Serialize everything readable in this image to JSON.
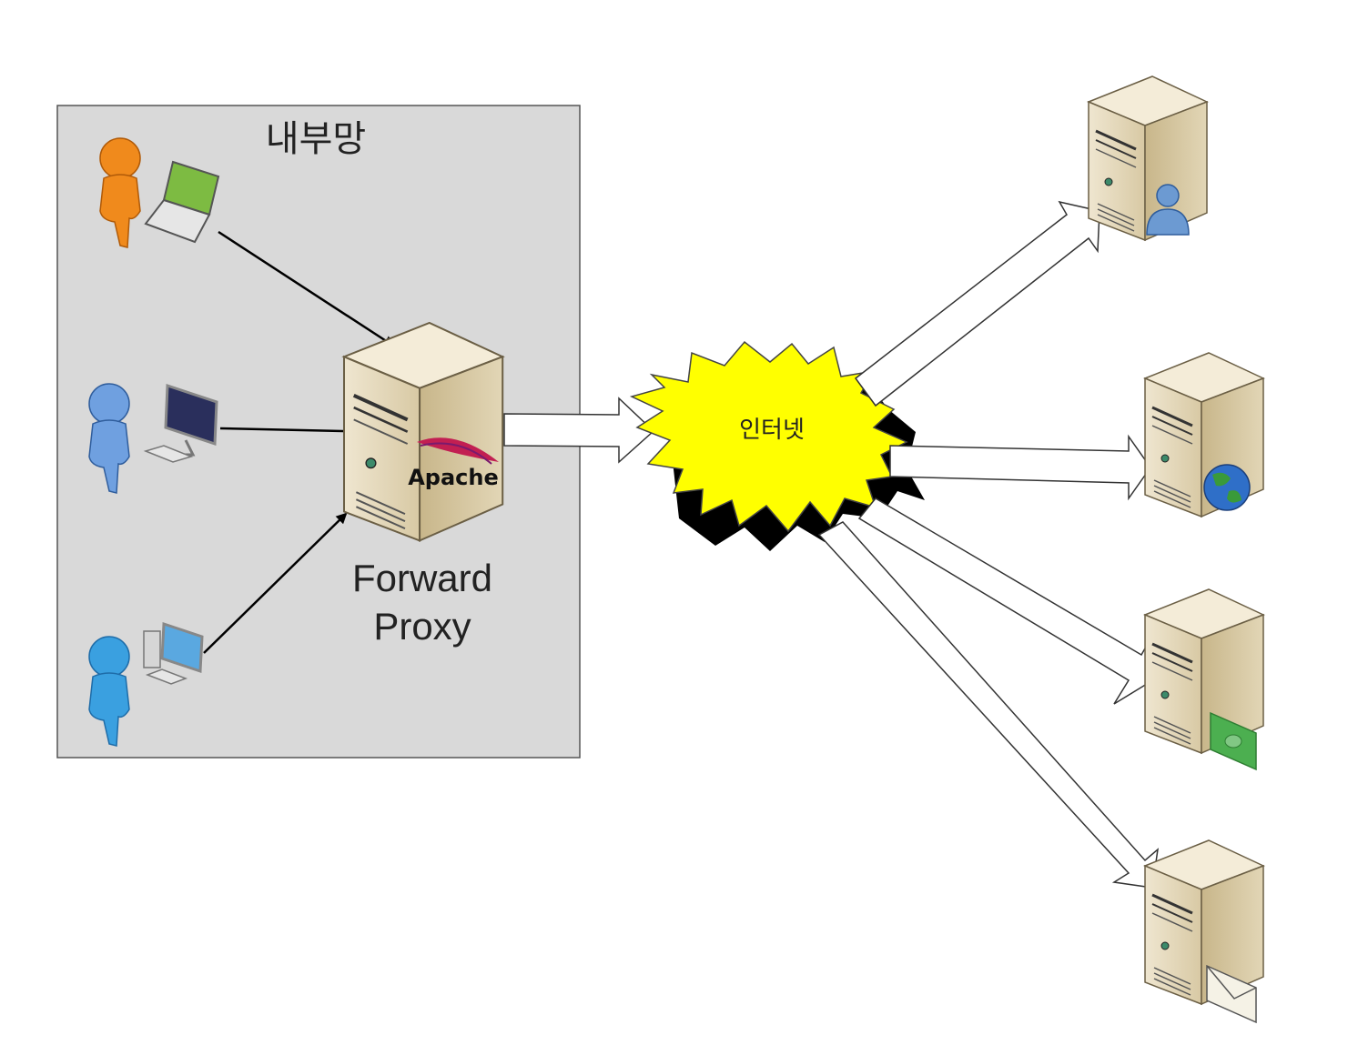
{
  "intranet": {
    "label": "내부망"
  },
  "proxy": {
    "label_line1": "Forward",
    "label_line2": "Proxy",
    "badge": "Apache"
  },
  "internet": {
    "label": "인터넷"
  },
  "colors": {
    "intranet_fill": "#d9d9d9",
    "internet_fill": "#ffff00",
    "server_face": "#e6dcc4",
    "server_side": "#c9b98f"
  },
  "clients": [
    {
      "name": "client-orange",
      "person_color": "#f08a1c",
      "device": "laptop-icon"
    },
    {
      "name": "client-blue-1",
      "person_color": "#5b8fd6",
      "device": "desktop-icon"
    },
    {
      "name": "client-blue-2",
      "person_color": "#3aa0e0",
      "device": "desktop-icon"
    }
  ],
  "servers": [
    {
      "name": "server-user",
      "badge": "user-icon"
    },
    {
      "name": "server-web",
      "badge": "globe-icon"
    },
    {
      "name": "server-money",
      "badge": "money-icon"
    },
    {
      "name": "server-mail",
      "badge": "mail-icon"
    }
  ]
}
